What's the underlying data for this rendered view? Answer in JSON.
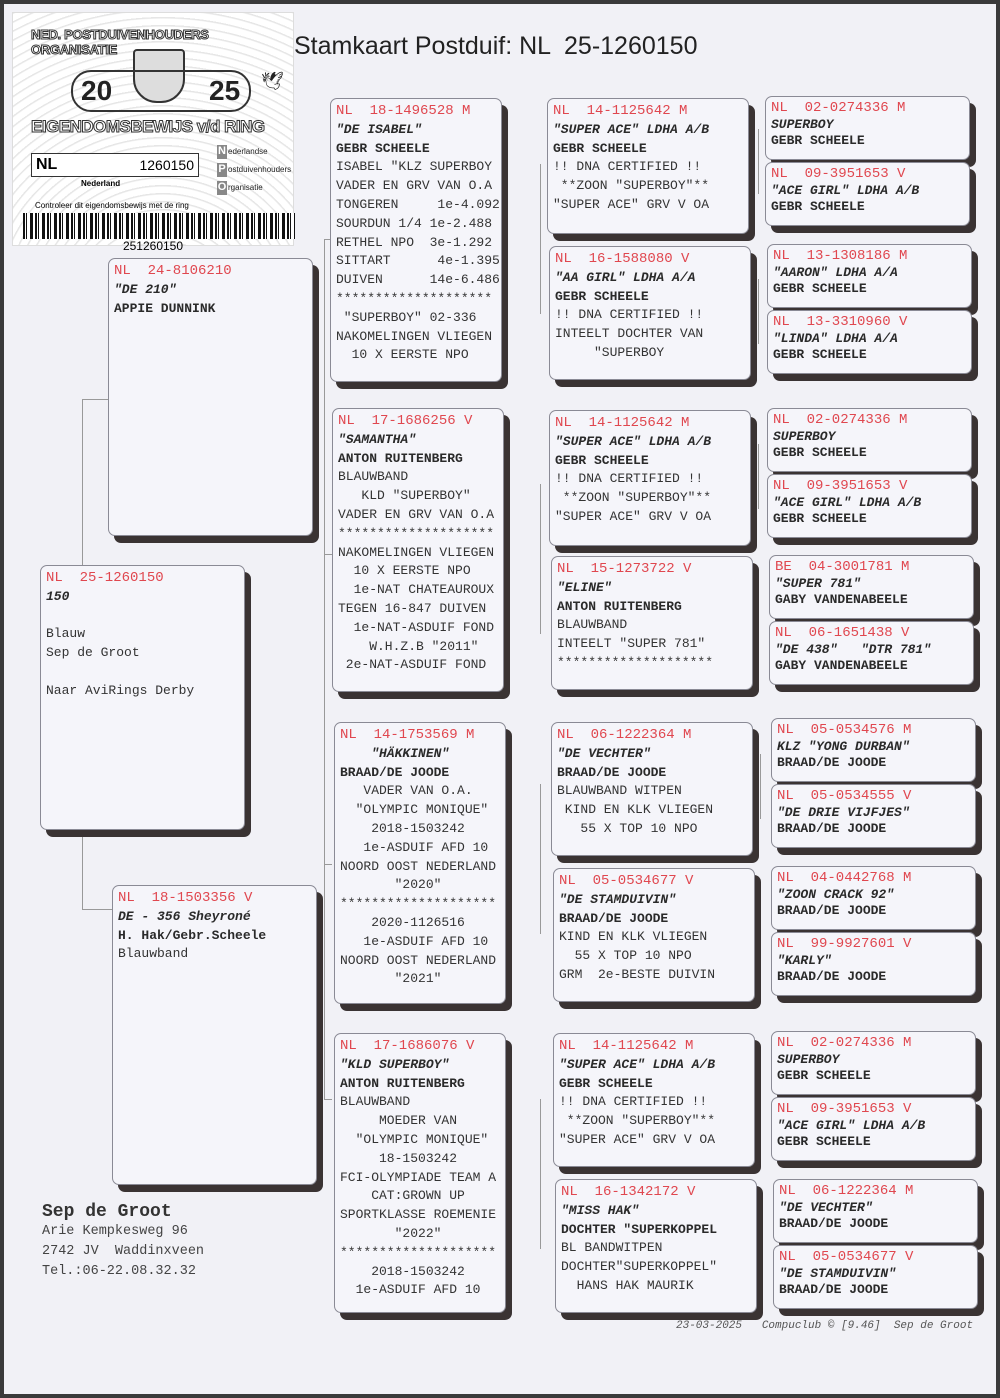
{
  "title": "Stamkaart Postduif: NL  25-1260150",
  "certificate": {
    "organisation": "NED. POSTDUIVENHOUDERS ORGANISATIE",
    "year_left": "20",
    "year_right": "25",
    "heading": "EIGENDOMSBEWIJS v/d RING",
    "ring_country": "NL",
    "ring_number": "1260150",
    "country": "Nederland",
    "npo_lines": [
      {
        "letter": "N",
        "text": "ederlandse"
      },
      {
        "letter": "P",
        "text": "ostduivenhouders"
      },
      {
        "letter": "O",
        "text": "rganisatie"
      }
    ],
    "check_text": "Controleer dit eigendomsbewijs met de ring",
    "barcode_number": "251260150"
  },
  "cards": [
    {
      "ring": "NL  25-1260150",
      "lines": [
        {
          "t": "150",
          "s": "nm"
        },
        {
          "t": "",
          "s": ""
        },
        {
          "t": "Blauw",
          "s": ""
        },
        {
          "t": "Sep de Groot",
          "s": ""
        },
        {
          "t": "",
          "s": ""
        },
        {
          "t": "Naar AviRings Derby",
          "s": ""
        }
      ]
    },
    {
      "ring": "NL  24-8106210",
      "lines": [
        {
          "t": "\"DE 210\"",
          "s": "nm"
        },
        {
          "t": "APPIE DUNNINK",
          "s": "ow"
        }
      ]
    },
    {
      "ring": "NL  18-1503356 V",
      "lines": [
        {
          "t": "DE - 356 Sheyroné",
          "s": "nm"
        },
        {
          "t": "H. Hak/Gebr.Scheele",
          "s": "ow"
        },
        {
          "t": "Blauwband",
          "s": ""
        }
      ]
    },
    {
      "ring": "NL  18-1496528 M",
      "lines": [
        {
          "t": "\"DE ISABEL\"",
          "s": "nm"
        },
        {
          "t": "GEBR SCHEELE",
          "s": "ow"
        },
        {
          "t": "ISABEL \"KLZ SUPERBOY",
          "s": ""
        },
        {
          "t": "VADER EN GRV VAN O.A",
          "s": ""
        },
        {
          "t": "TONGEREN     1e-4.092",
          "s": ""
        },
        {
          "t": "SOURDUN 1/4 1e-2.488",
          "s": ""
        },
        {
          "t": "RETHEL NPO  3e-1.292",
          "s": ""
        },
        {
          "t": "SITTART      4e-1.395",
          "s": ""
        },
        {
          "t": "DUIVEN      14e-6.486",
          "s": ""
        },
        {
          "t": "********************",
          "s": ""
        },
        {
          "t": " \"SUPERBOY\" 02-336",
          "s": ""
        },
        {
          "t": "NAKOMELINGEN VLIEGEN",
          "s": ""
        },
        {
          "t": "  10 X EERSTE NPO",
          "s": ""
        }
      ]
    },
    {
      "ring": "NL  17-1686256 V",
      "lines": [
        {
          "t": "\"SAMANTHA\"",
          "s": "nm"
        },
        {
          "t": "ANTON RUITENBERG",
          "s": "ow"
        },
        {
          "t": "BLAUWBAND",
          "s": ""
        },
        {
          "t": "   KLD \"SUPERBOY\"",
          "s": ""
        },
        {
          "t": "VADER EN GRV VAN O.A",
          "s": ""
        },
        {
          "t": "********************",
          "s": ""
        },
        {
          "t": "NAKOMELINGEN VLIEGEN",
          "s": ""
        },
        {
          "t": "  10 X EERSTE NPO",
          "s": ""
        },
        {
          "t": "  1e-NAT CHATEAUROUX",
          "s": ""
        },
        {
          "t": "TEGEN 16-847 DUIVEN",
          "s": ""
        },
        {
          "t": "  1e-NAT-ASDUIF FOND",
          "s": ""
        },
        {
          "t": "    W.H.Z.B \"2011\"",
          "s": ""
        },
        {
          "t": " 2e-NAT-ASDUIF FOND",
          "s": ""
        }
      ]
    },
    {
      "ring": "NL  14-1753569 M",
      "lines": [
        {
          "t": "    \"HÄKKINEN\"",
          "s": "nm"
        },
        {
          "t": "BRAAD/DE JOODE",
          "s": "ow"
        },
        {
          "t": "   VADER VAN O.A.",
          "s": ""
        },
        {
          "t": "  \"OLYMPIC MONIQUE\"",
          "s": ""
        },
        {
          "t": "    2018-1503242",
          "s": ""
        },
        {
          "t": "   1e-ASDUIF AFD 10",
          "s": ""
        },
        {
          "t": "NOORD OOST NEDERLAND",
          "s": ""
        },
        {
          "t": "       \"2020\"",
          "s": ""
        },
        {
          "t": "********************",
          "s": ""
        },
        {
          "t": "    2020-1126516",
          "s": ""
        },
        {
          "t": "   1e-ASDUIF AFD 10",
          "s": ""
        },
        {
          "t": "NOORD OOST NEDERLAND",
          "s": ""
        },
        {
          "t": "       \"2021\"",
          "s": ""
        }
      ]
    },
    {
      "ring": "NL  17-1686076 V",
      "lines": [
        {
          "t": "\"KLD SUPERBOY\"",
          "s": "nm"
        },
        {
          "t": "ANTON RUITENBERG",
          "s": "ow"
        },
        {
          "t": "BLAUWBAND",
          "s": ""
        },
        {
          "t": "     MOEDER VAN",
          "s": ""
        },
        {
          "t": "  \"OLYMPIC MONIQUE\"",
          "s": ""
        },
        {
          "t": "     18-1503242",
          "s": ""
        },
        {
          "t": "FCI-OLYMPIADE TEAM A",
          "s": ""
        },
        {
          "t": "    CAT:GROWN UP",
          "s": ""
        },
        {
          "t": "SPORTKLASSE ROEMENIE",
          "s": ""
        },
        {
          "t": "       \"2022\"",
          "s": ""
        },
        {
          "t": "********************",
          "s": ""
        },
        {
          "t": "    2018-1503242",
          "s": ""
        },
        {
          "t": "  1e-ASDUIF AFD 10",
          "s": ""
        }
      ]
    },
    {
      "ring": "NL  14-1125642 M",
      "lines": [
        {
          "t": "\"SUPER ACE\" LDHA A/B",
          "s": "nm"
        },
        {
          "t": "GEBR SCHEELE",
          "s": "ow"
        },
        {
          "t": "!! DNA CERTIFIED !!",
          "s": ""
        },
        {
          "t": " **ZOON \"SUPERBOY\"**",
          "s": ""
        },
        {
          "t": "\"SUPER ACE\" GRV V OA",
          "s": ""
        }
      ]
    },
    {
      "ring": "NL  16-1588080 V",
      "lines": [
        {
          "t": "\"AA GIRL\" LDHA A/A",
          "s": "nm"
        },
        {
          "t": "GEBR SCHEELE",
          "s": "ow"
        },
        {
          "t": "!! DNA CERTIFIED !!",
          "s": ""
        },
        {
          "t": "INTEELT DOCHTER VAN",
          "s": ""
        },
        {
          "t": "     \"SUPERBOY",
          "s": ""
        }
      ]
    },
    {
      "ring": "NL  14-1125642 M",
      "lines": [
        {
          "t": "\"SUPER ACE\" LDHA A/B",
          "s": "nm"
        },
        {
          "t": "GEBR SCHEELE",
          "s": "ow"
        },
        {
          "t": "!! DNA CERTIFIED !!",
          "s": ""
        },
        {
          "t": " **ZOON \"SUPERBOY\"**",
          "s": ""
        },
        {
          "t": "\"SUPER ACE\" GRV V OA",
          "s": ""
        }
      ]
    },
    {
      "ring": "NL  15-1273722 V",
      "lines": [
        {
          "t": "\"ELINE\"",
          "s": "nm"
        },
        {
          "t": "ANTON RUITENBERG",
          "s": "ow"
        },
        {
          "t": "BLAUWBAND",
          "s": ""
        },
        {
          "t": "INTEELT \"SUPER 781\"",
          "s": ""
        },
        {
          "t": "********************",
          "s": ""
        }
      ]
    },
    {
      "ring": "NL  06-1222364 M",
      "lines": [
        {
          "t": "\"DE VECHTER\"",
          "s": "nm"
        },
        {
          "t": "BRAAD/DE JOODE",
          "s": "ow"
        },
        {
          "t": "BLAUWBAND WITPEN",
          "s": ""
        },
        {
          "t": " KIND EN KLK VLIEGEN",
          "s": ""
        },
        {
          "t": "   55 X TOP 10 NPO",
          "s": ""
        }
      ]
    },
    {
      "ring": "NL  05-0534677 V",
      "lines": [
        {
          "t": "\"DE STAMDUIVIN\"",
          "s": "nm"
        },
        {
          "t": "BRAAD/DE JOODE",
          "s": "ow"
        },
        {
          "t": "KIND EN KLK VLIEGEN",
          "s": ""
        },
        {
          "t": "  55 X TOP 10 NPO",
          "s": ""
        },
        {
          "t": "GRM  2e-BESTE DUIVIN",
          "s": ""
        }
      ]
    },
    {
      "ring": "NL  14-1125642 M",
      "lines": [
        {
          "t": "\"SUPER ACE\" LDHA A/B",
          "s": "nm"
        },
        {
          "t": "GEBR SCHEELE",
          "s": "ow"
        },
        {
          "t": "!! DNA CERTIFIED !!",
          "s": ""
        },
        {
          "t": " **ZOON \"SUPERBOY\"**",
          "s": ""
        },
        {
          "t": "\"SUPER ACE\" GRV V OA",
          "s": ""
        }
      ]
    },
    {
      "ring": "NL  16-1342172 V",
      "lines": [
        {
          "t": "\"MISS HAK\"",
          "s": "nm"
        },
        {
          "t": "DOCHTER \"SUPERKOPPEL",
          "s": "ow"
        },
        {
          "t": "BL BANDWITPEN",
          "s": ""
        },
        {
          "t": "DOCHTER\"SUPERKOPPEL\"",
          "s": ""
        },
        {
          "t": "  HANS HAK MAURIK",
          "s": ""
        }
      ]
    },
    {
      "ring": "NL  02-0274336 M",
      "lines": [
        {
          "t": "SUPERBOY",
          "s": "nm"
        },
        {
          "t": "GEBR SCHEELE",
          "s": "ow"
        }
      ]
    },
    {
      "ring": "NL  09-3951653 V",
      "lines": [
        {
          "t": "\"ACE GIRL\" LDHA A/B",
          "s": "nm"
        },
        {
          "t": "GEBR SCHEELE",
          "s": "ow"
        }
      ]
    },
    {
      "ring": "NL  13-1308186 M",
      "lines": [
        {
          "t": "\"AARON\" LDHA A/A",
          "s": "nm"
        },
        {
          "t": "GEBR SCHEELE",
          "s": "ow"
        }
      ]
    },
    {
      "ring": "NL  13-3310960 V",
      "lines": [
        {
          "t": "\"LINDA\" LDHA A/A",
          "s": "nm"
        },
        {
          "t": "GEBR SCHEELE",
          "s": "ow"
        }
      ]
    },
    {
      "ring": "NL  02-0274336 M",
      "lines": [
        {
          "t": "SUPERBOY",
          "s": "nm"
        },
        {
          "t": "GEBR SCHEELE",
          "s": "ow"
        }
      ]
    },
    {
      "ring": "NL  09-3951653 V",
      "lines": [
        {
          "t": "\"ACE GIRL\" LDHA A/B",
          "s": "nm"
        },
        {
          "t": "GEBR SCHEELE",
          "s": "ow"
        }
      ]
    },
    {
      "ring": "BE  04-3001781 M",
      "lines": [
        {
          "t": "\"SUPER 781\"",
          "s": "nm"
        },
        {
          "t": "GABY VANDENABEELE",
          "s": "ow"
        }
      ]
    },
    {
      "ring": "NL  06-1651438 V",
      "lines": [
        {
          "t": "\"DE 438\"   \"DTR 781\"",
          "s": "nm"
        },
        {
          "t": "GABY VANDENABEELE",
          "s": "ow"
        }
      ]
    },
    {
      "ring": "NL  05-0534576 M",
      "lines": [
        {
          "t": "KLZ \"YONG DURBAN\"",
          "s": "nm"
        },
        {
          "t": "BRAAD/DE JOODE",
          "s": "ow"
        }
      ]
    },
    {
      "ring": "NL  05-0534555 V",
      "lines": [
        {
          "t": "\"DE DRIE VIJFJES\"",
          "s": "nm"
        },
        {
          "t": "BRAAD/DE JOODE",
          "s": "ow"
        }
      ]
    },
    {
      "ring": "NL  04-0442768 M",
      "lines": [
        {
          "t": "\"ZOON CRACK 92\"",
          "s": "nm"
        },
        {
          "t": "BRAAD/DE JOODE",
          "s": "ow"
        }
      ]
    },
    {
      "ring": "NL  99-9927601 V",
      "lines": [
        {
          "t": "\"KARLY\"",
          "s": "nm"
        },
        {
          "t": "BRAAD/DE JOODE",
          "s": "ow"
        }
      ]
    },
    {
      "ring": "NL  02-0274336 M",
      "lines": [
        {
          "t": "SUPERBOY",
          "s": "nm"
        },
        {
          "t": "GEBR SCHEELE",
          "s": "ow"
        }
      ]
    },
    {
      "ring": "NL  09-3951653 V",
      "lines": [
        {
          "t": "\"ACE GIRL\" LDHA A/B",
          "s": "nm"
        },
        {
          "t": "GEBR SCHEELE",
          "s": "ow"
        }
      ]
    },
    {
      "ring": "NL  06-1222364 M",
      "lines": [
        {
          "t": "\"DE VECHTER\"",
          "s": "nm"
        },
        {
          "t": "BRAAD/DE JOODE",
          "s": "ow"
        }
      ]
    },
    {
      "ring": "NL  05-0534677 V",
      "lines": [
        {
          "t": "\"DE STAMDUIVIN\"",
          "s": "nm"
        },
        {
          "t": "BRAAD/DE JOODE",
          "s": "ow"
        }
      ]
    }
  ],
  "breeder": {
    "name": "Sep de Groot",
    "address": "Arie Kempkesweg 96",
    "city": "2742 JV  Waddinxveen",
    "phone": "Tel.:06-22.08.32.32"
  },
  "footer": "23-03-2025   Compuclub © [9.46]  Sep de Groot",
  "colors": {
    "ring_text": "#e0474f",
    "card_bg": "#f5f5fa",
    "shadow": "#3a3333"
  }
}
